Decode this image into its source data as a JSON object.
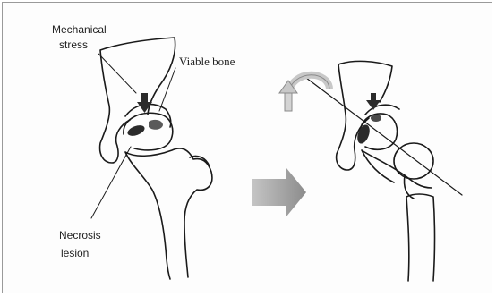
{
  "labels": {
    "mechanical_stress_line1": "Mechanical",
    "mechanical_stress_line2": "stress",
    "viable_bone": "Viable bone",
    "necrosis_line1": "Necrosis",
    "necrosis_line2": "lesion"
  },
  "colors": {
    "outline": "#1a1a1a",
    "lesion": "#2b2b2b",
    "transition_arrow": "#9a9a9a",
    "rotation_arrow": "#c8c8c8"
  },
  "icons": {
    "transition": "right-arrow-icon",
    "stress": "down-arrow-icon",
    "rotation": "curved-arrow-icon"
  }
}
